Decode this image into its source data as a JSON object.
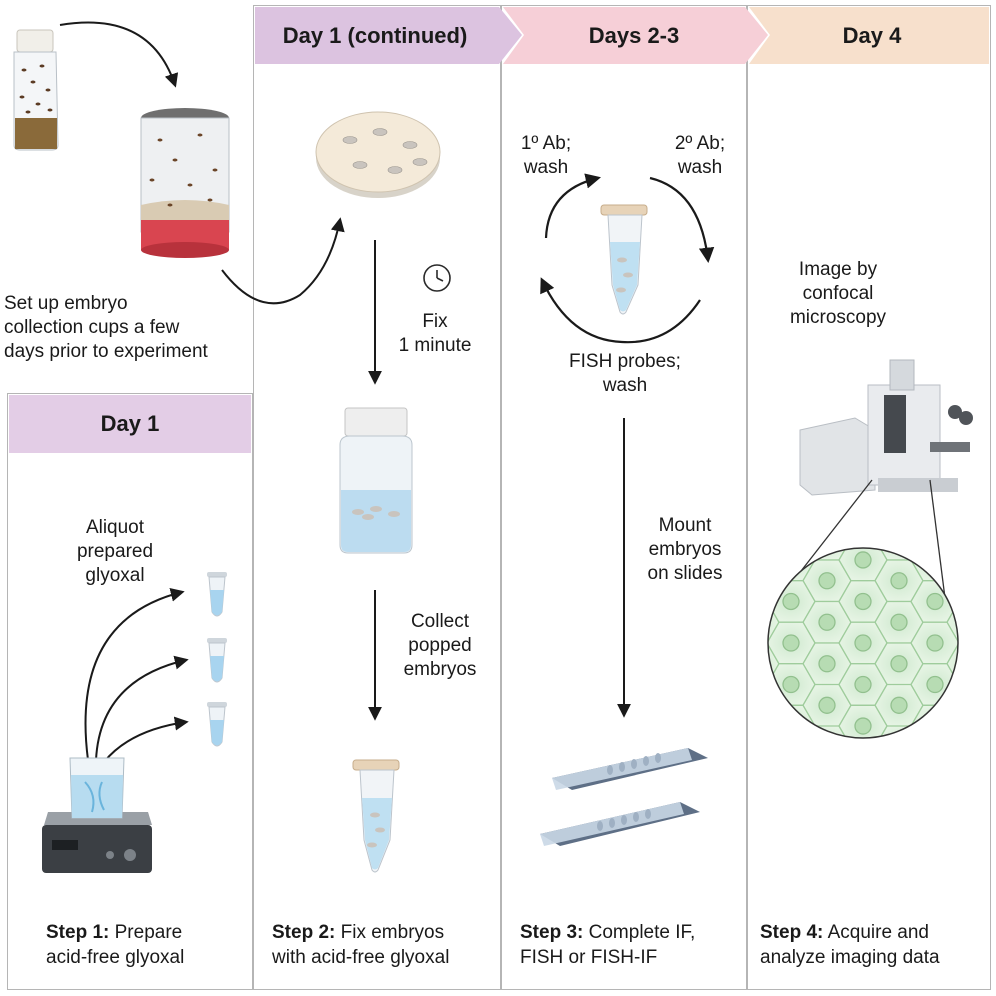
{
  "headers": {
    "day1": "Day 1",
    "day1_continued": "Day 1 (continued)",
    "days2_3": "Days 2-3",
    "day4": "Day 4"
  },
  "labels": {
    "setup": [
      "Set up embryo",
      "collection cups a few",
      "days prior to experiment"
    ],
    "aliquot": [
      "Aliquot",
      "prepared",
      "glyoxal"
    ],
    "fix": [
      "Fix",
      "1 minute"
    ],
    "collect": [
      "Collect",
      "popped",
      "embryos"
    ],
    "primary_ab": [
      "1º Ab;",
      "wash"
    ],
    "secondary_ab": [
      "2º Ab;",
      "wash"
    ],
    "fish_probes": [
      "FISH probes;",
      "wash"
    ],
    "mount": [
      "Mount",
      "embryos",
      "on slides"
    ],
    "image": [
      "Image by",
      "confocal",
      "microscopy"
    ]
  },
  "steps": [
    {
      "bold": "Step 1:",
      "rest1": " Prepare",
      "line2": "acid-free glyoxal"
    },
    {
      "bold": "Step 2:",
      "rest1": " Fix embryos",
      "line2": "with acid-free glyoxal"
    },
    {
      "bold": "Step 3:",
      "rest1": " Complete IF,",
      "line2": "FISH or FISH-IF"
    },
    {
      "bold": "Step 4:",
      "rest1": " Acquire and",
      "line2": "analyze imaging data"
    }
  ],
  "colors": {
    "day1_header": "#e3cde6",
    "day1_cont_header": "#dcc3e0",
    "days2_3_header": "#f6cfd7",
    "day4_header": "#f7e0cc",
    "panel_border": "#b5b5b5"
  },
  "icons": [
    "fly-vial-icon",
    "collection-cup-icon",
    "petri-dish-icon",
    "clock-icon",
    "fixative-bottle-icon",
    "microtube-icon",
    "stir-plate-icon",
    "cycle-arrows-icon",
    "microscope-slide-icon",
    "confocal-microscope-icon",
    "cell-image-icon"
  ]
}
